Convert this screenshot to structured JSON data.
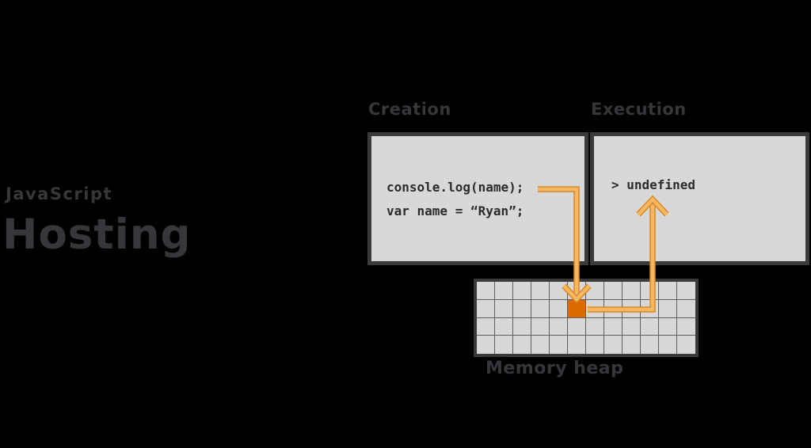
{
  "background": "#000000",
  "colors": {
    "text_dark": "#37373b",
    "panel_fill": "#d8d8d8",
    "panel_border": "#3a3a3a",
    "grid_line": "#5e5e5e",
    "cell_highlight": "#dd6b00",
    "arrow_fill": "#f5b860",
    "arrow_outline": "#d9882a",
    "code_text": "#2b2b2b"
  },
  "brand": {
    "kicker": "JavaScript",
    "title": "Hosting"
  },
  "panels": {
    "creation": {
      "label": "Creation",
      "code_lines": [
        "console.log(name);",
        "var name = “Ryan”;"
      ]
    },
    "execution": {
      "label": "Execution",
      "output": "> undefined"
    }
  },
  "memory_heap": {
    "label": "Memory heap",
    "columns": 12,
    "rows": 4,
    "highlighted_cell": {
      "row": 2,
      "column": 6
    }
  },
  "arrows": [
    {
      "name": "code-to-memory-heap",
      "from": "console.log(name);",
      "to": "memory-heap-highlighted-cell"
    },
    {
      "name": "memory-heap-to-execution",
      "from": "memory-heap-highlighted-cell",
      "to": "> undefined"
    }
  ]
}
